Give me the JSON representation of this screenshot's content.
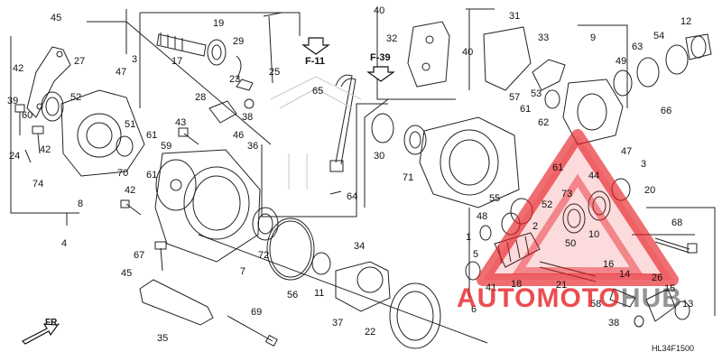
{
  "diagram": {
    "drawing_code": "HL34F1500",
    "front_label": "FR.",
    "references": [
      "F-11",
      "F-39"
    ],
    "callouts": [
      {
        "id": "c45a",
        "text": "45"
      },
      {
        "id": "c42a",
        "text": "42"
      },
      {
        "id": "c27",
        "text": "27"
      },
      {
        "id": "c47a",
        "text": "47"
      },
      {
        "id": "c3a",
        "text": "3"
      },
      {
        "id": "c39",
        "text": "39"
      },
      {
        "id": "c60",
        "text": "60"
      },
      {
        "id": "c52a",
        "text": "52"
      },
      {
        "id": "c51",
        "text": "51"
      },
      {
        "id": "c42b",
        "text": "42"
      },
      {
        "id": "c24",
        "text": "24"
      },
      {
        "id": "c74",
        "text": "74"
      },
      {
        "id": "c70",
        "text": "70"
      },
      {
        "id": "c8",
        "text": "8"
      },
      {
        "id": "c42c",
        "text": "42"
      },
      {
        "id": "c4",
        "text": "4"
      },
      {
        "id": "c17",
        "text": "17"
      },
      {
        "id": "c19",
        "text": "19"
      },
      {
        "id": "c29",
        "text": "29"
      },
      {
        "id": "c25",
        "text": "25"
      },
      {
        "id": "c23",
        "text": "23"
      },
      {
        "id": "c28",
        "text": "28"
      },
      {
        "id": "c38a",
        "text": "38"
      },
      {
        "id": "c43",
        "text": "43"
      },
      {
        "id": "c46",
        "text": "46"
      },
      {
        "id": "c36",
        "text": "36"
      },
      {
        "id": "c61a",
        "text": "61"
      },
      {
        "id": "c59",
        "text": "59"
      },
      {
        "id": "c61b",
        "text": "61"
      },
      {
        "id": "c67",
        "text": "67"
      },
      {
        "id": "c45b",
        "text": "45"
      },
      {
        "id": "c35",
        "text": "35"
      },
      {
        "id": "c69",
        "text": "69"
      },
      {
        "id": "c7",
        "text": "7"
      },
      {
        "id": "c72",
        "text": "72"
      },
      {
        "id": "c56",
        "text": "56"
      },
      {
        "id": "c11",
        "text": "11"
      },
      {
        "id": "c34",
        "text": "34"
      },
      {
        "id": "c37",
        "text": "37"
      },
      {
        "id": "c22",
        "text": "22"
      },
      {
        "id": "c40a",
        "text": "40"
      },
      {
        "id": "c32",
        "text": "32"
      },
      {
        "id": "c65",
        "text": "65"
      },
      {
        "id": "c64",
        "text": "64"
      },
      {
        "id": "c30",
        "text": "30"
      },
      {
        "id": "c71",
        "text": "71"
      },
      {
        "id": "c31",
        "text": "31"
      },
      {
        "id": "c40b",
        "text": "40"
      },
      {
        "id": "c33",
        "text": "33"
      },
      {
        "id": "c57",
        "text": "57"
      },
      {
        "id": "c61c",
        "text": "61"
      },
      {
        "id": "c53",
        "text": "53"
      },
      {
        "id": "c62",
        "text": "62"
      },
      {
        "id": "c9",
        "text": "9"
      },
      {
        "id": "c12",
        "text": "12"
      },
      {
        "id": "c49",
        "text": "49"
      },
      {
        "id": "c63",
        "text": "63"
      },
      {
        "id": "c54",
        "text": "54"
      },
      {
        "id": "c66",
        "text": "66"
      },
      {
        "id": "c47b",
        "text": "47"
      },
      {
        "id": "c3b",
        "text": "3"
      },
      {
        "id": "c61d",
        "text": "61"
      },
      {
        "id": "c44",
        "text": "44"
      },
      {
        "id": "c73",
        "text": "73"
      },
      {
        "id": "c52b",
        "text": "52"
      },
      {
        "id": "c20",
        "text": "20"
      },
      {
        "id": "c55",
        "text": "55"
      },
      {
        "id": "c48",
        "text": "48"
      },
      {
        "id": "c2",
        "text": "2"
      },
      {
        "id": "c10",
        "text": "10"
      },
      {
        "id": "c1",
        "text": "1"
      },
      {
        "id": "c50",
        "text": "50"
      },
      {
        "id": "c5",
        "text": "5"
      },
      {
        "id": "c41",
        "text": "41"
      },
      {
        "id": "c18",
        "text": "18"
      },
      {
        "id": "c21",
        "text": "21"
      },
      {
        "id": "c16",
        "text": "16"
      },
      {
        "id": "c14",
        "text": "14"
      },
      {
        "id": "c26",
        "text": "26"
      },
      {
        "id": "c15",
        "text": "15"
      },
      {
        "id": "c13",
        "text": "13"
      },
      {
        "id": "c58",
        "text": "58"
      },
      {
        "id": "c38b",
        "text": "38"
      },
      {
        "id": "c68",
        "text": "68"
      },
      {
        "id": "c6",
        "text": "6"
      }
    ]
  },
  "watermark": {
    "part1": "AUTOMOTO",
    "part2": "HUB",
    "color": "#e72025"
  }
}
